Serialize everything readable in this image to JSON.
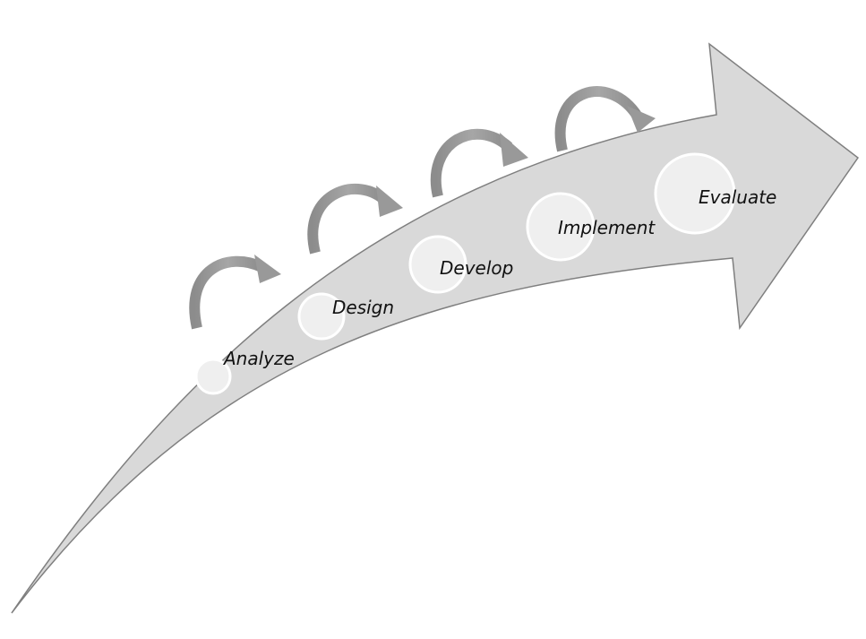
{
  "colors": {
    "arrow_fill": "#d9d9d9",
    "arrow_stroke": "#7f7f7f",
    "stage_circle_fill": "#efefef",
    "stage_circle_stroke": "#ffffff",
    "curl_arrow": "#999999",
    "text": "#111111"
  },
  "stages": [
    {
      "label": "Analyze"
    },
    {
      "label": "Design"
    },
    {
      "label": "Develop"
    },
    {
      "label": "Implement"
    },
    {
      "label": "Evaluate"
    }
  ]
}
